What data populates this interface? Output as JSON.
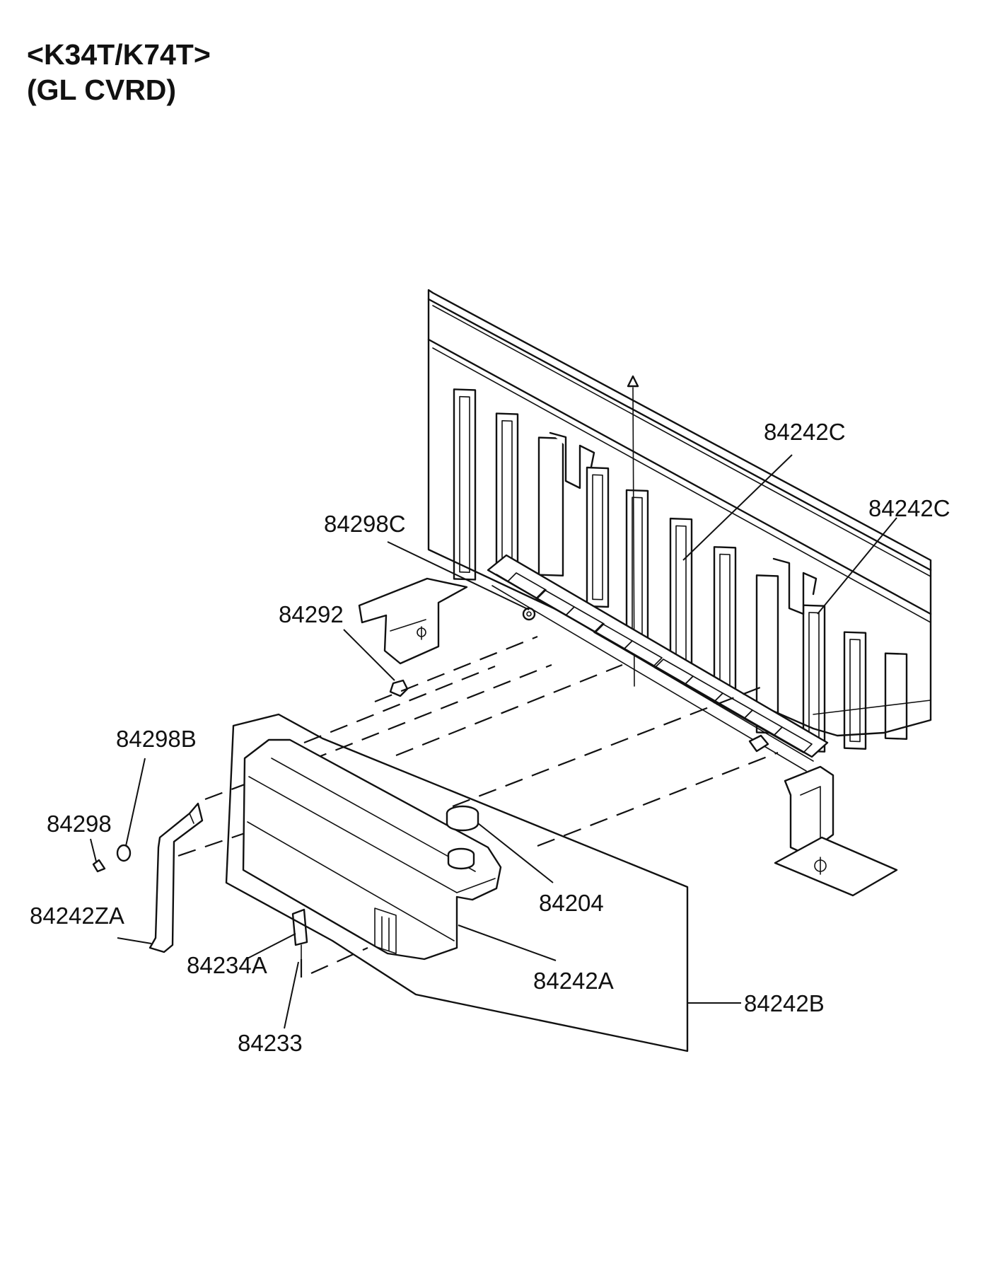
{
  "header": {
    "model_line": "<K34T/K74T>",
    "variant_line": "(GL CVRD)"
  },
  "callouts": [
    {
      "id": "c1",
      "label": "84242C"
    },
    {
      "id": "c2",
      "label": "84242C"
    },
    {
      "id": "c3",
      "label": "84298C"
    },
    {
      "id": "c4",
      "label": "84292"
    },
    {
      "id": "c5",
      "label": "84298B"
    },
    {
      "id": "c6",
      "label": "84298"
    },
    {
      "id": "c7",
      "label": "84242ZA"
    },
    {
      "id": "c8",
      "label": "84204"
    },
    {
      "id": "c9",
      "label": "84234A"
    },
    {
      "id": "c10",
      "label": "84242A"
    },
    {
      "id": "c11",
      "label": "84233"
    },
    {
      "id": "c12",
      "label": "84242B"
    }
  ]
}
